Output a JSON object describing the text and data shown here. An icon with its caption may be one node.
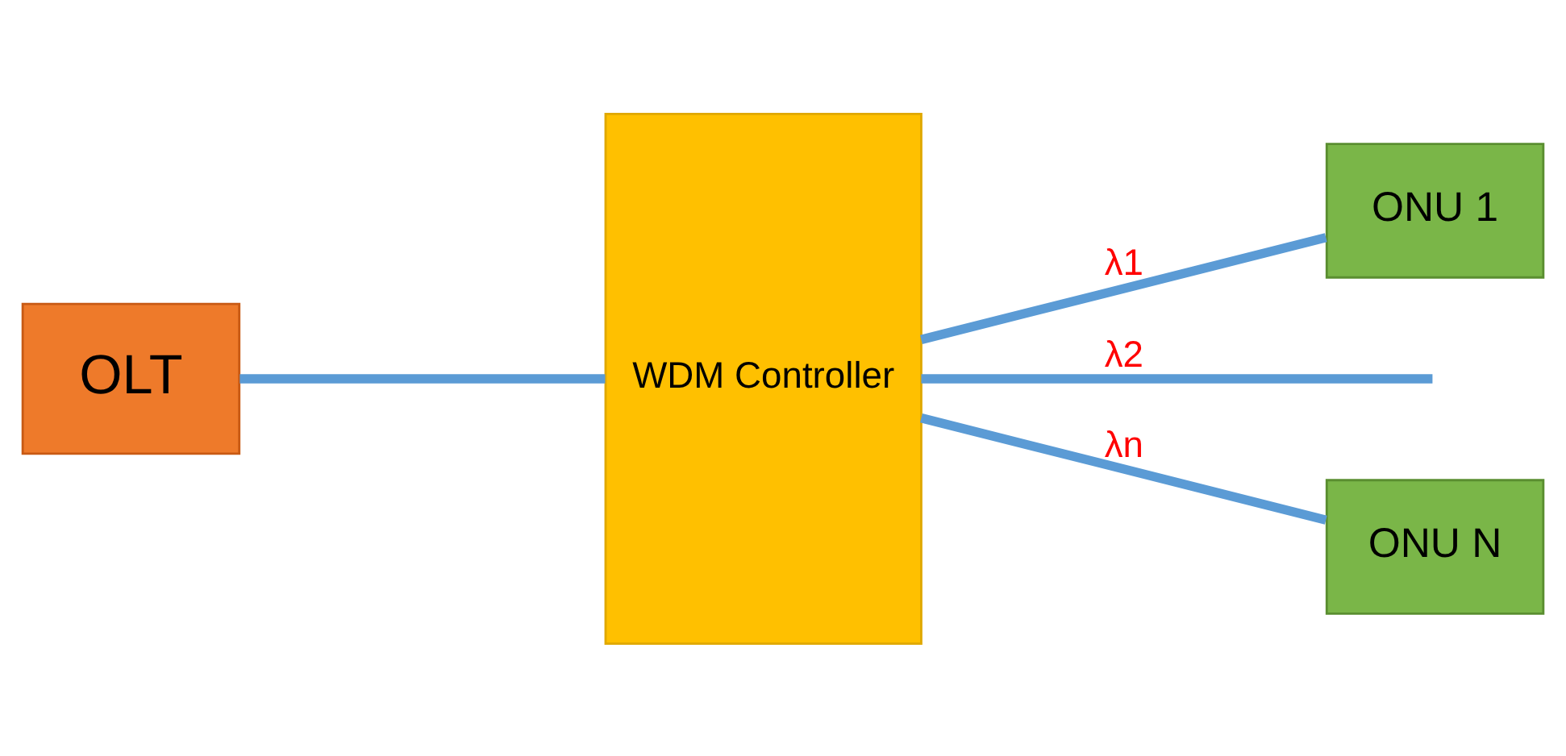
{
  "diagram": {
    "nodes": [
      {
        "text": [
          "OLT"
        ]
      },
      {
        "text": [
          "WDM Controller"
        ]
      },
      {
        "text": [
          "ONU 1"
        ]
      },
      {
        "text": [
          "ONU N"
        ]
      }
    ],
    "edges": [
      {
        "from": 0,
        "to": 1,
        "arrow": "none"
      },
      {
        "from": 1,
        "to": 2,
        "arrow": "none",
        "label": "λ1"
      },
      {
        "from": 1,
        "to": null,
        "arrow": "none",
        "label": "λ2"
      },
      {
        "from": 1,
        "to": 3,
        "arrow": "none",
        "label": "λn"
      }
    ]
  }
}
